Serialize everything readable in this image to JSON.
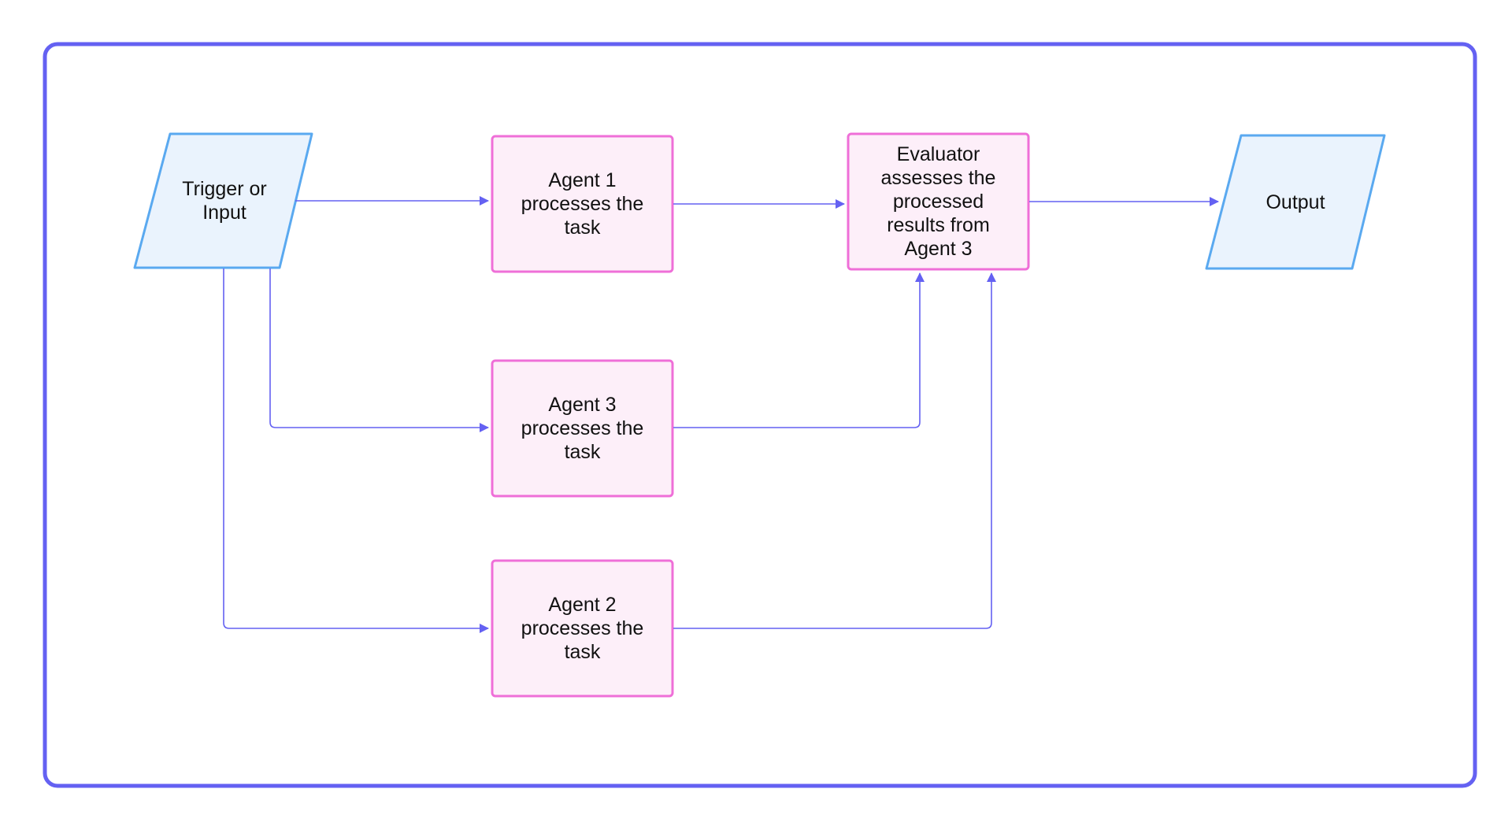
{
  "diagram": {
    "nodes": {
      "trigger": {
        "label": "Trigger or\nInput",
        "shape": "parallelogram"
      },
      "agent1": {
        "label": "Agent 1\nprocesses the\ntask",
        "shape": "rectangle"
      },
      "agent3": {
        "label": "Agent 3\nprocesses the\ntask",
        "shape": "rectangle"
      },
      "agent2": {
        "label": "Agent 2\nprocesses the\ntask",
        "shape": "rectangle"
      },
      "evaluator": {
        "label": "Evaluator\nassesses the\nprocessed\nresults from\nAgent 3",
        "shape": "rectangle"
      },
      "output": {
        "label": "Output",
        "shape": "parallelogram"
      }
    },
    "edges": [
      {
        "from": "trigger",
        "to": "agent1"
      },
      {
        "from": "trigger",
        "to": "agent3"
      },
      {
        "from": "trigger",
        "to": "agent2"
      },
      {
        "from": "agent1",
        "to": "evaluator"
      },
      {
        "from": "agent3",
        "to": "evaluator"
      },
      {
        "from": "agent2",
        "to": "evaluator"
      },
      {
        "from": "evaluator",
        "to": "output"
      }
    ],
    "colors": {
      "frame": "#6461f2",
      "edge": "#6461f2",
      "io_fill": "#eaf3fd",
      "io_stroke": "#5aa9f0",
      "process_fill": "#fdeff9",
      "process_stroke": "#ef6fd8"
    }
  }
}
